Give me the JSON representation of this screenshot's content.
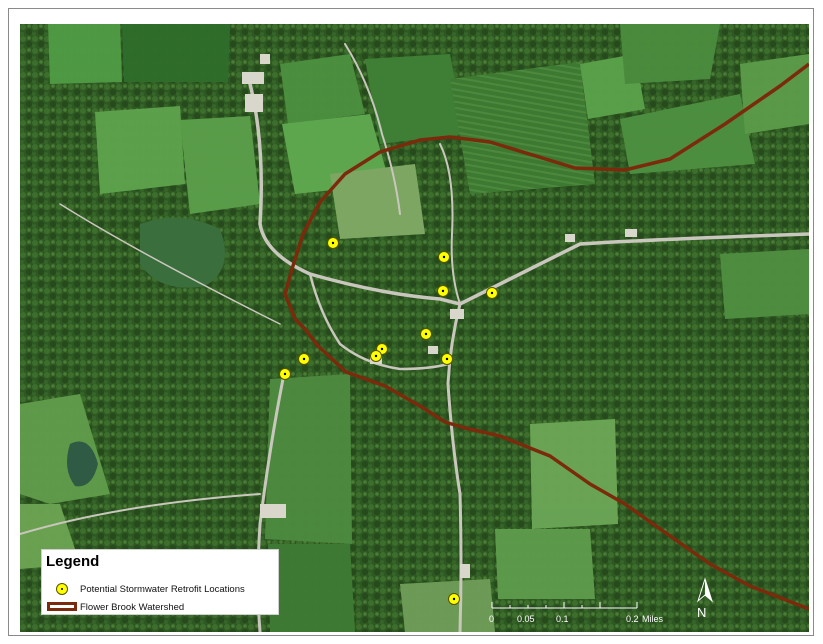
{
  "legend": {
    "title": "Legend",
    "items": [
      {
        "label": "Potential Stormwater Retrofit Locations",
        "symbol": "yellow-point",
        "color": "#ffff00"
      },
      {
        "label": "Flower Brook Watershed",
        "symbol": "polygon-outline",
        "color": "#7b2a0c"
      }
    ]
  },
  "scale_bar": {
    "ticks": [
      "0",
      "0.05",
      "0.1",
      "0.2"
    ],
    "unit": "Miles"
  },
  "north_arrow": {
    "label": "N"
  },
  "colors": {
    "watershed_boundary": "#7b2a0c",
    "retrofit_point": "#ffff00",
    "forest": "#2f5a23",
    "field": "#5f9a4c"
  }
}
